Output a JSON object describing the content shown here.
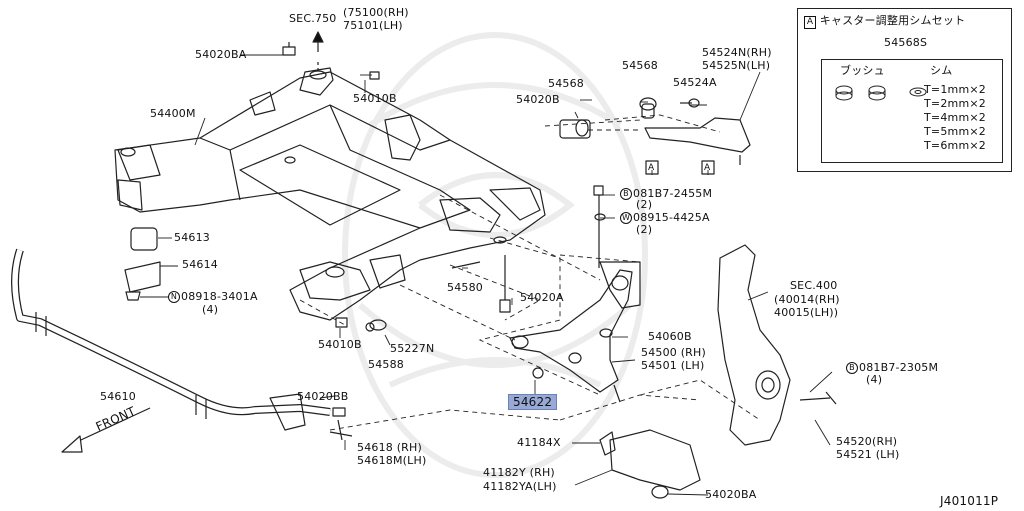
{
  "parts": {
    "sec750": "SEC.750",
    "p75100": "(75100(RH)",
    "p75101": " 75101(LH)",
    "p54020BA_top": "54020BA",
    "p54010B_top": "54010B",
    "p54400M": "54400M",
    "p54613": "54613",
    "p54614": "54614",
    "n08918_num": "N",
    "n08918": "08918-3401A",
    "n08918_qty": "(4)",
    "p54610": "54610",
    "p54020BB": "54020BB",
    "front": "FRONT",
    "p54618": "54618 (RH)",
    "p54618M": "54618M(LH)",
    "p54010B_bot": "54010B",
    "p55227N": "55227N",
    "p54588": "54588",
    "p54580": "54580",
    "p54020A": "54020A",
    "p54622": "54622",
    "p41184X": "41184X",
    "p41182Y": "41182Y (RH)",
    "p41182YA": "41182YA(LH)",
    "p54020BA_bot": "54020BA",
    "p54020B": "54020B",
    "p54568_left": "54568",
    "p54568_right": "54568",
    "p54524A": "54524A",
    "p54524N": "54524N(RH)",
    "p54525N": "54525N(LH)",
    "markA": "A",
    "b081B7_2455_num": "B",
    "b081B7_2455": "081B7-2455M",
    "b081B7_2455_qty": "(2)",
    "w08915_num": "W",
    "w08915": "08915-4425A",
    "w08915_qty": "(2)",
    "p54060B": "54060B",
    "p54500": "54500 (RH)",
    "p54501": "54501 (LH)",
    "sec400": "SEC.400",
    "p40014": "(40014(RH)",
    "p40015": " 40015(LH))",
    "b081B7_2305_num": "B",
    "b081B7_2305": "081B7-2305M",
    "b081B7_2305_qty": "(4)",
    "p54520": "54520(RH)",
    "p54521": "54521 (LH)"
  },
  "legend": {
    "mark": "A",
    "title": "キャスター調整用シムセット",
    "set_number": "54568S",
    "col_bush": "ブッシュ",
    "col_shim": "シム",
    "shims": [
      "T=1mm×2",
      "T=2mm×2",
      "T=4mm×2",
      "T=5mm×2",
      "T=6mm×2"
    ]
  },
  "diagram_code": "J401011P",
  "colors": {
    "highlight": "#98a9d6",
    "line": "#222222"
  }
}
